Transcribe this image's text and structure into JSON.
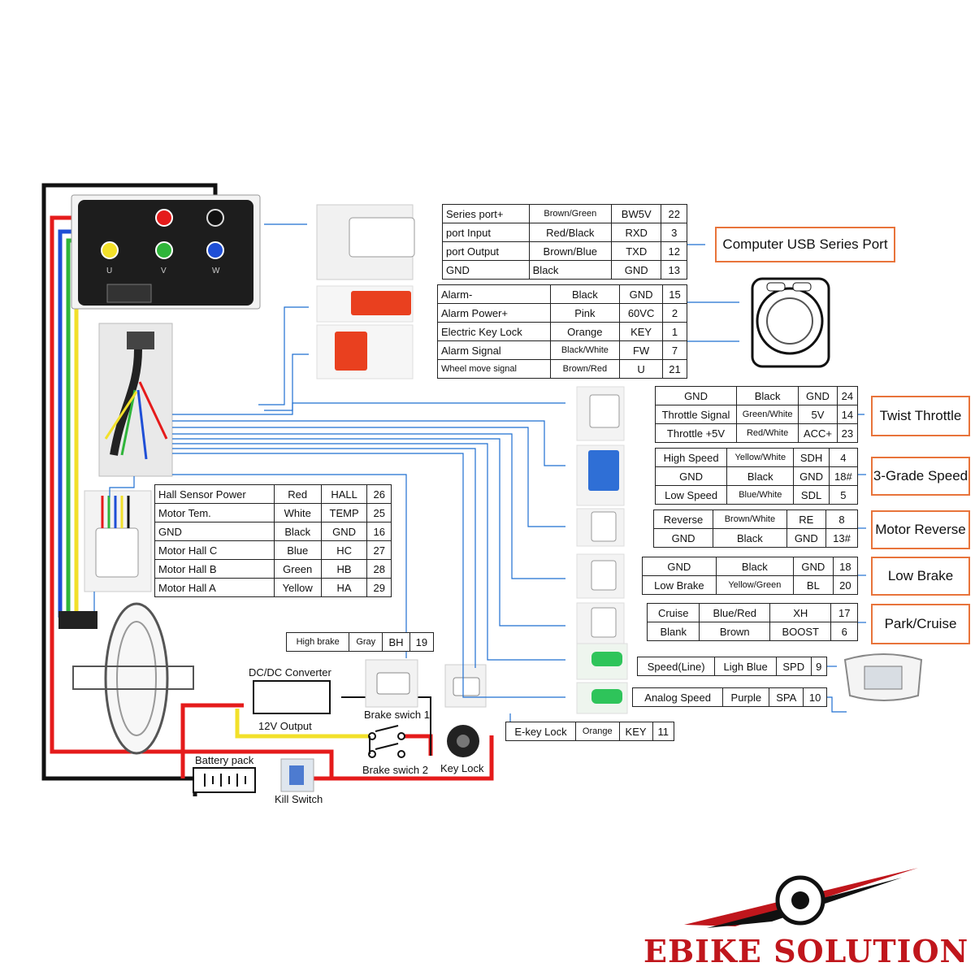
{
  "connectors": {
    "serial": {
      "rows": [
        [
          "Series port+",
          "Brown/Green",
          "BW5V",
          "22"
        ],
        [
          "port Input",
          "Red/Black",
          "RXD",
          "3"
        ],
        [
          "port Output",
          "Brown/Blue",
          "TXD",
          "12"
        ],
        [
          "GND",
          "Black",
          "GND",
          "13"
        ]
      ]
    },
    "alarm": {
      "rows": [
        [
          "Alarm-",
          "Black",
          "GND",
          "15"
        ],
        [
          "Alarm Power+",
          "Pink",
          "60VC",
          "2"
        ],
        [
          "Electric Key Lock",
          "Orange",
          "KEY",
          "1"
        ],
        [
          "Alarm Signal",
          "Black/White",
          "FW",
          "7"
        ],
        [
          "Wheel move signal",
          "Brown/Red",
          "U",
          "21"
        ]
      ]
    },
    "throttle": {
      "rows": [
        [
          "GND",
          "Black",
          "GND",
          "24"
        ],
        [
          "Throttle Signal",
          "Green/White",
          "5V",
          "14"
        ],
        [
          "Throttle +5V",
          "Red/White",
          "ACC+",
          "23"
        ]
      ]
    },
    "speed3": {
      "rows": [
        [
          "High Speed",
          "Yellow/White",
          "SDH",
          "4"
        ],
        [
          "GND",
          "Black",
          "GND",
          "18#"
        ],
        [
          "Low Speed",
          "Blue/White",
          "SDL",
          "5"
        ]
      ]
    },
    "reverse": {
      "rows": [
        [
          "Reverse",
          "Brown/White",
          "RE",
          "8"
        ],
        [
          "GND",
          "Black",
          "GND",
          "13#"
        ]
      ]
    },
    "lowbrake": {
      "rows": [
        [
          "GND",
          "Black",
          "GND",
          "18"
        ],
        [
          "Low Brake",
          "Yellow/Green",
          "BL",
          "20"
        ]
      ]
    },
    "cruise": {
      "rows": [
        [
          "Cruise",
          "Blue/Red",
          "XH",
          "17"
        ],
        [
          "Blank",
          "Brown",
          "BOOST",
          "6"
        ]
      ]
    },
    "speedline": {
      "rows": [
        [
          "Speed(Line)",
          "Ligh Blue",
          "SPD",
          "9"
        ]
      ]
    },
    "analog": {
      "rows": [
        [
          "Analog Speed",
          "Purple",
          "SPA",
          "10"
        ]
      ]
    },
    "ekey": {
      "rows": [
        [
          "E-key Lock",
          "Orange",
          "KEY",
          "11"
        ]
      ]
    },
    "highbrake": {
      "rows": [
        [
          "High brake",
          "Gray",
          "BH",
          "19"
        ]
      ]
    },
    "hall": {
      "rows": [
        [
          "Hall Sensor Power",
          "Red",
          "HALL",
          "26"
        ],
        [
          "Motor Tem.",
          "White",
          "TEMP",
          "25"
        ],
        [
          "GND",
          "Black",
          "GND",
          "16"
        ],
        [
          "Motor Hall C",
          "Blue",
          "HC",
          "27"
        ],
        [
          "Motor Hall B",
          "Green",
          "HB",
          "28"
        ],
        [
          "Motor Hall A",
          "Yellow",
          "HA",
          "29"
        ]
      ]
    }
  },
  "destinations": {
    "usb": "Computer USB Series Port",
    "twist": "Twist Throttle",
    "grade3": "3-Grade Speed",
    "reverse": "Motor Reverse",
    "lowbrake": "Low Brake",
    "park": "Park/Cruise"
  },
  "labels": {
    "dcdc": "DC/DC Converter",
    "output12v": "12V Output",
    "brake1": "Brake swich 1",
    "brake2": "Brake swich 2",
    "keylock": "Key Lock",
    "battery": "Battery pack",
    "kill": "Kill Switch",
    "phase_u": "U",
    "phase_v": "V",
    "phase_w": "W"
  },
  "brand": "EBIKE SOLUTION",
  "colors": {
    "accent": "#e8743b",
    "brand": "#c0161c",
    "wire_blue": "#1f6fd1"
  }
}
